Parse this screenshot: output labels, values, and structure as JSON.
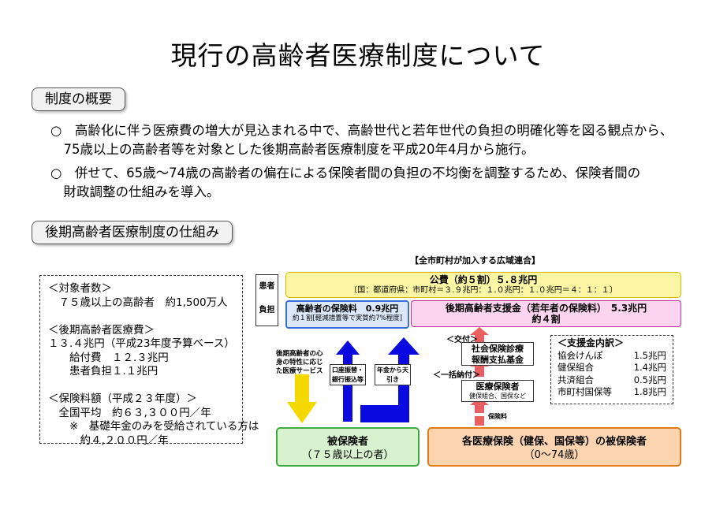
{
  "title": "現行の高齢者医療制度について",
  "section1": {
    "header": "制度の概要",
    "bullet1_line1": "○　高齢化に伴う医療費の増大が見込まれる中で、高齢世代と若年世代の負担の明確化等を図る観点から、",
    "bullet1_line2": "　75歳以上の高齢者等を対象とした後期高齢者医療制度を平成20年4月から施行。",
    "bullet2_line1": "○　併せて、65歳～74歳の高齢者の偏在による保険者間の負担の不均衡を調整するため、保険者間の",
    "bullet2_line2": "　財政調整の仕組みを導入。"
  },
  "section2": {
    "header": "後期高齢者医療制度の仕組み"
  },
  "left_panel": {
    "text": "＜対象者数＞\n　７５歳以上の高齢者　約1,500万人\n\n＜後期高齢者医療費＞\n１３.４兆円（平成23年度予算ベース）\n　　給付費　１２.３兆円\n　　患者負担１.１兆円\n\n＜保険料額（平成２３年度）＞\n　全国平均　約６３,３００円／年\n　　※　基礎年金のみを受給されている方は\n　　　約４,２００円／年"
  },
  "diagram": {
    "union_label": "【全市町村が加入する広域連合】",
    "patient_label": "患者",
    "burden_label": "負担",
    "public_line1": "公費（約５割）５.８兆円",
    "public_line2": "〔国：都道府県：市町村＝３.９兆円：１.０兆円：１.０兆円＝４：１：１〕",
    "premium_line1": "高齢者の保険料　0.9兆円",
    "premium_line2": "約１割[軽減措置等で実質約7%程度]",
    "support_line1": "後期高齢者支援金（若年者の保険料）　5.3兆円",
    "support_line2": "約４割",
    "service_text": "後期高齢者の心身の特性に応じた医療サービス",
    "counter_payment": "口座振替・銀行振込等",
    "pension_deduction": "年金から天引き",
    "kofu_label": "＜交付＞",
    "fund_line1": "社会保険診療",
    "fund_line2": "報酬支払基金",
    "lump_sum_label": "＜一括納付＞",
    "insurers_line1": "医療保険者",
    "insurers_line2": "健保組合、国保など",
    "premium_small_label": "保険料",
    "breakdown_title": "＜支援金内訳＞",
    "breakdown": [
      {
        "name": "協会けんぽ",
        "value": "1.5兆円"
      },
      {
        "name": "健保組合",
        "value": "1.4兆円"
      },
      {
        "name": "共済組合",
        "value": "0.5兆円"
      },
      {
        "name": "市町村国保等",
        "value": "1.8兆円"
      }
    ],
    "insured_line1": "被保険者",
    "insured_line2": "（７５歳以上の者）",
    "other_insured_line1": "各医療保険（健保、国保等）の被保険者",
    "other_insured_line2": "（0～74歳）"
  }
}
